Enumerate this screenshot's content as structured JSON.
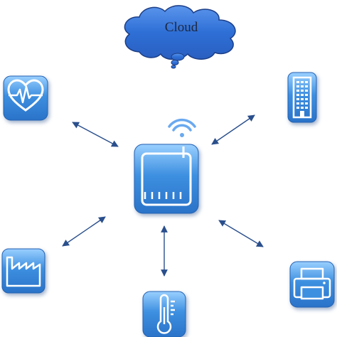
{
  "cloud": {
    "label": "Cloud"
  },
  "hub": {
    "name": "gateway-router"
  },
  "devices": [
    {
      "name": "health-monitor",
      "icon": "heartbeat-icon"
    },
    {
      "name": "building",
      "icon": "building-icon"
    },
    {
      "name": "factory",
      "icon": "factory-icon"
    },
    {
      "name": "thermometer",
      "icon": "thermometer-icon"
    },
    {
      "name": "printer",
      "icon": "printer-icon"
    }
  ],
  "colors": {
    "tile": "#3d8fe0",
    "tile_light": "#8cc6ff",
    "cloud": "#2e6fd6",
    "arrow": "#2a4f8c"
  }
}
